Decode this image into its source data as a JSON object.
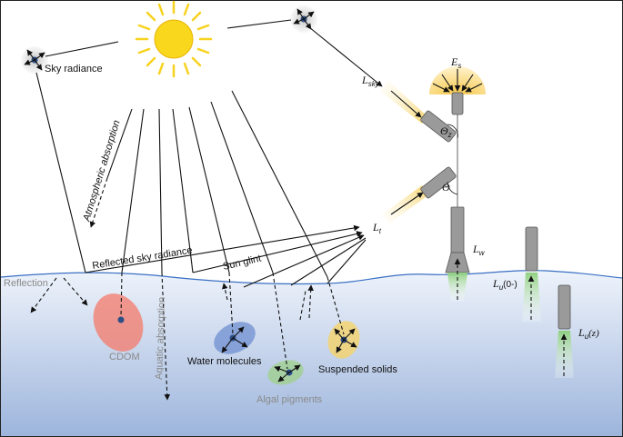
{
  "labels": {
    "sky_radiance": "Sky radiance",
    "atmospheric_absorption": "Atmospheric absorption",
    "reflected_sky_radiance": "Reflected sky radiance",
    "sun_glint": "Sun glint",
    "reflection": "Reflection",
    "cdom": "CDOM",
    "aquatic_absorption": "Aquatic absorption",
    "water_molecules": "Water molecules",
    "algal_pigments": "Algal pigments",
    "suspended_solids": "Suspended solids"
  },
  "symbols": {
    "es": {
      "main": "E",
      "sub": "s"
    },
    "lsky": {
      "main": "L",
      "sub": "sky"
    },
    "lt": {
      "main": "L",
      "sub": "t"
    },
    "lw": {
      "main": "L",
      "sub": "w"
    },
    "lu0": {
      "main": "L",
      "sub": "u",
      "suffix": "(0-)"
    },
    "luz": {
      "main": "L",
      "sub": "u",
      "suffix": "(z)"
    },
    "theta_z": {
      "main": "Θ",
      "sub": "z"
    },
    "theta": {
      "main": "Θ"
    }
  },
  "colors": {
    "sun": "#f7d21e",
    "sky_water_top": "#eef3fb",
    "water_bottom": "#9db5dc",
    "surface_line": "#3a6fc4",
    "cdom": "#f47a6a",
    "water_molecules": "#6f8fd0",
    "algal_pigments": "#9fd08a",
    "suspended_solids": "#f5d36a",
    "beam_yellow": "#f6d36b",
    "beam_green": "#8fd080",
    "sensor_grey": "#9a9a9a"
  }
}
